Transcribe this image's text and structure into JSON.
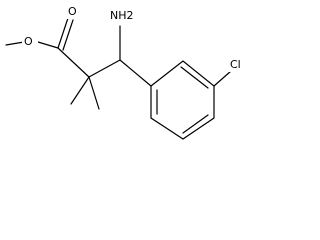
{
  "structure": {
    "atoms": {
      "carbonyl_oxygen": "O",
      "ester_oxygen": "O",
      "amine": "NH2",
      "chlorine": "Cl"
    }
  }
}
